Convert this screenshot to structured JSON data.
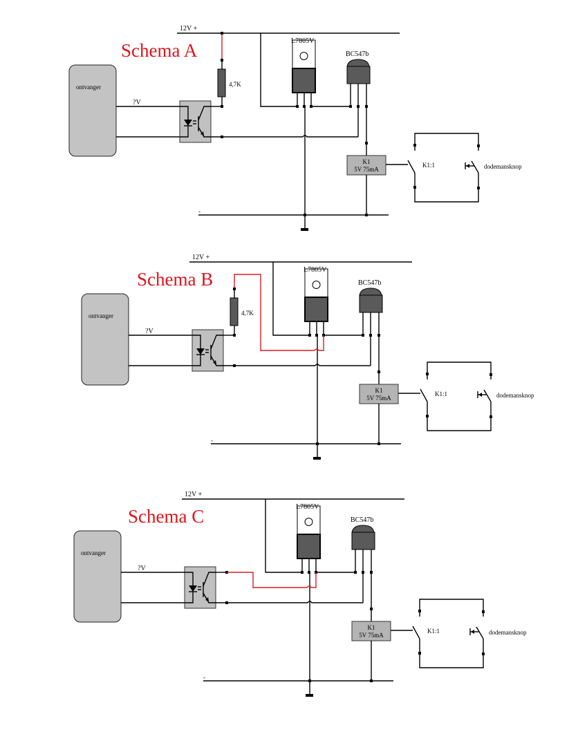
{
  "schemas": [
    {
      "id": "A",
      "title": "Schema A",
      "supply_label": "12V +",
      "ground_label": "-",
      "receiver_label": "ontvanger",
      "input_voltage_label": "?V",
      "resistor_label": "4,7K",
      "regulator_label": "L7805V",
      "transistor_label": "BC547b",
      "relay_label_line1": "K1",
      "relay_label_line2": "5V 75mA",
      "relay_contact_label": "K1:1",
      "button_label": "dodemansknop",
      "variant": "resistor-to-12V"
    },
    {
      "id": "B",
      "title": "Schema B",
      "supply_label": "12V +",
      "ground_label": "-",
      "receiver_label": "ontvanger",
      "input_voltage_label": "?V",
      "resistor_label": "4,7K",
      "regulator_label": "L7805V",
      "transistor_label": "BC547b",
      "relay_label_line1": "K1",
      "relay_label_line2": "5V 75mA",
      "relay_contact_label": "K1:1",
      "button_label": "dodemansknop",
      "variant": "resistor-to-5V"
    },
    {
      "id": "C",
      "title": "Schema C",
      "supply_label": "12V +",
      "ground_label": "-",
      "receiver_label": "ontvanger",
      "input_voltage_label": "?V",
      "resistor_label": "",
      "regulator_label": "L7805V",
      "transistor_label": "BC547b",
      "relay_label_line1": "K1",
      "relay_label_line2": "5V 75mA",
      "relay_contact_label": "K1:1",
      "button_label": "dodemansknop",
      "variant": "direct-to-5V"
    }
  ],
  "colors": {
    "highlight_wire": "#d81b22",
    "title": "#e0141c",
    "receiver_fill": "#c3c3c3",
    "optocoupler_fill": "#c0c0c0",
    "component_dark": "#5a5a5a",
    "relay_fill": "#b4b4b4"
  }
}
